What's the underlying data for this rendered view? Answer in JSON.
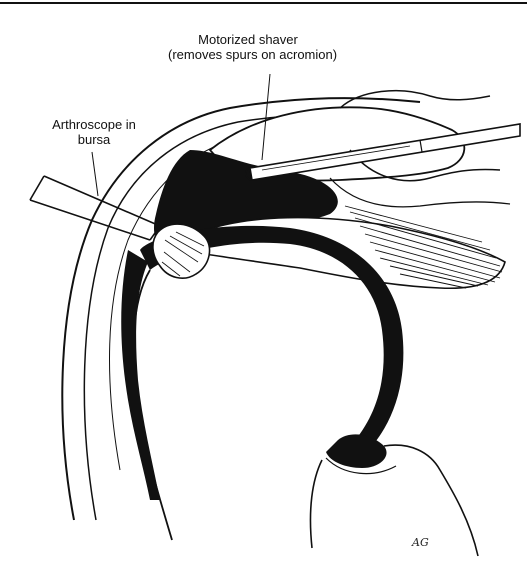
{
  "labels": {
    "shaver_line1": "Motorized shaver",
    "shaver_line2": "(removes spurs on acromion)",
    "scope_line1": "Arthroscope in",
    "scope_line2": "bursa"
  },
  "artist_mark": "AG",
  "colors": {
    "ink": "#111111",
    "paper": "#ffffff"
  }
}
